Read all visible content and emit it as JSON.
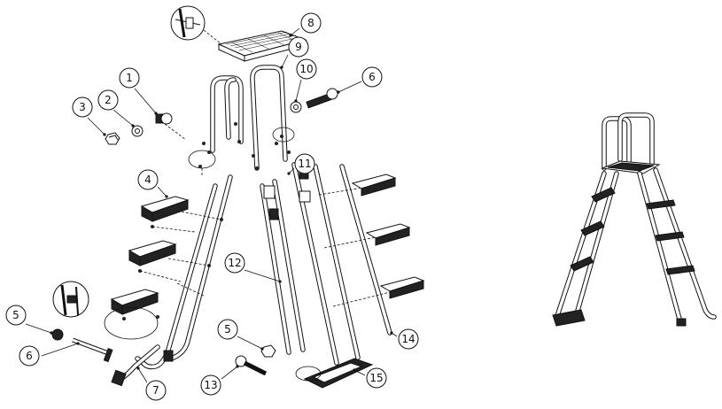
{
  "diagram": {
    "callouts": [
      {
        "label": "1"
      },
      {
        "label": "2"
      },
      {
        "label": "3"
      },
      {
        "label": "4"
      },
      {
        "label": "5"
      },
      {
        "label": "6"
      },
      {
        "label": "7"
      },
      {
        "label": "8"
      },
      {
        "label": "9"
      },
      {
        "label": "10"
      },
      {
        "label": "6"
      },
      {
        "label": "11"
      },
      {
        "label": "12"
      },
      {
        "label": "14"
      },
      {
        "label": "5"
      },
      {
        "label": "13"
      },
      {
        "label": "15"
      }
    ]
  }
}
